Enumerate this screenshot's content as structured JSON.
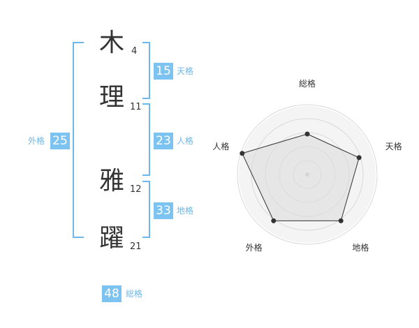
{
  "characters": [
    {
      "char": "木",
      "strokes": "4"
    },
    {
      "char": "理",
      "strokes": "11"
    },
    {
      "char": "雅",
      "strokes": "12"
    },
    {
      "char": "躍",
      "strokes": "21"
    }
  ],
  "fortunes": {
    "tenkaku": {
      "value": "15",
      "label": "天格"
    },
    "jinkaku": {
      "value": "23",
      "label": "人格"
    },
    "chikaku": {
      "value": "33",
      "label": "地格"
    },
    "gaikaku": {
      "value": "25",
      "label": "外格"
    },
    "soukaku": {
      "value": "48",
      "label": "総格"
    }
  },
  "colors": {
    "accent": "#7cc3f1",
    "bracket": "#6db7ea"
  },
  "chart_data": {
    "type": "radar",
    "axes": [
      "総格",
      "天格",
      "地格",
      "外格",
      "人格"
    ],
    "values": [
      0.58,
      0.78,
      0.82,
      0.82,
      0.98
    ],
    "rings": 4
  }
}
